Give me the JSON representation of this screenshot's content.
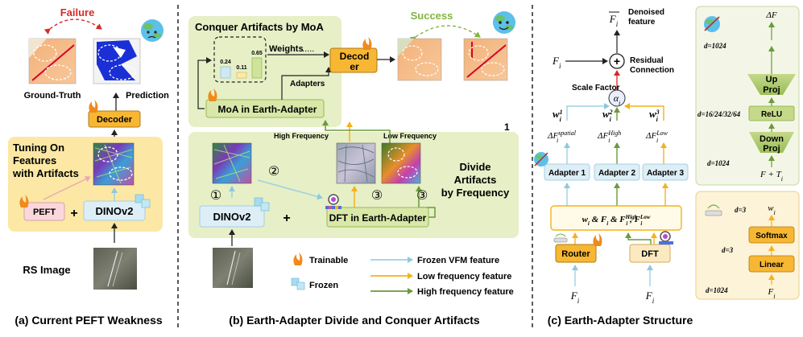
{
  "panel_a": {
    "caption": "(a) Current PEFT Weakness",
    "failure": "Failure",
    "ground_truth": "Ground-Truth",
    "prediction": "Prediction",
    "decoder": "Decoder",
    "tuning_lines": [
      "Tuning On",
      "Features",
      "with Artifacts"
    ],
    "peft": "PEFT",
    "plus": "+",
    "dinov2": "DINOv2",
    "rs_image": "RS Image"
  },
  "panel_b": {
    "caption": "(b) Earth-Adapter Divide and Conquer Artifacts",
    "conquer_title": "Conquer Artifacts by MoA",
    "success": "Success",
    "weights_label": "Weights",
    "weights_dots": "......",
    "bar_values": [
      "0.24",
      "0.11",
      "0.65"
    ],
    "decoder_lines": [
      "Decod",
      "er"
    ],
    "adapters_label": "Adapters",
    "moa": "MoA in Earth-Adapter",
    "high_frequency": "High Frequency",
    "low_frequency": "Low Frequency",
    "corner_number": "1",
    "divide_lines": [
      "Divide",
      "Artifacts",
      "by Frequency"
    ],
    "dinov2": "DINOv2",
    "plus": "+",
    "dft": "DFT in Earth-Adapter",
    "step1": "①",
    "step2": "②",
    "step3": "③",
    "legend": {
      "trainable": "Trainable",
      "frozen": "Frozen",
      "frozen_feature": "Frozen VFM feature",
      "low_feature": "Low frequency feature",
      "high_feature": "High frequency feature"
    }
  },
  "panel_c": {
    "caption": "(c) Earth-Adapter Structure",
    "denoised_lines": [
      "Denoised",
      "feature"
    ],
    "residual_lines": [
      "Residual",
      "Connection"
    ],
    "scale_factor": "Scale Factor",
    "adapter1": "Adapter 1",
    "adapter2": "Adapter 2",
    "adapter3": "Adapter 3",
    "router": "Router",
    "dft": "DFT",
    "up_proj": [
      "Up",
      "Proj"
    ],
    "relu": "ReLU",
    "down_proj": [
      "Down",
      "Proj"
    ],
    "d1024": "d=1024",
    "d_mid": "d=16/24/32/64",
    "d3": "d=3",
    "softmax": "Softmax",
    "linear": "Linear"
  },
  "colors": {
    "yellow_panel": "#fce8a4",
    "green_panel": "#e6efc6",
    "green_box": "#d9e8a8",
    "blue_box": "#ddeef6",
    "orange_box": "#f7b733",
    "peft_box": "#fad7dc",
    "frozen_arrow": "#9fd1e3",
    "low_arrow": "#f5b21c",
    "high_arrow": "#6a9a3c",
    "failure_red": "#d62828",
    "success_green": "#82b540"
  }
}
